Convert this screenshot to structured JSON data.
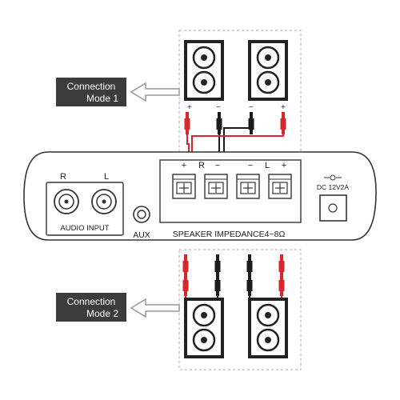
{
  "mode1": {
    "line1": "Connection",
    "line2": "Mode 1"
  },
  "mode2": {
    "line1": "Connection",
    "line2": "Mode 2"
  },
  "top_speaker_terminals": {
    "left_speaker": [
      "+",
      "−"
    ],
    "right_speaker": [
      "−",
      "+"
    ]
  },
  "panel": {
    "audio_input": {
      "r": "R",
      "l": "L",
      "label": "AUDIO INPUT"
    },
    "aux": "AUX",
    "speaker_header": [
      "+",
      "R",
      "−",
      "−",
      "L",
      "+"
    ],
    "impedance": "SPEAKER IMPEDANCE4~8Ω",
    "dc": "DC 12V2A"
  },
  "colors": {
    "red": "#d8262d",
    "black": "#1a1a1a",
    "tag_bg": "#3c3c3c",
    "outline": "#333333",
    "arrow": "#999999"
  }
}
